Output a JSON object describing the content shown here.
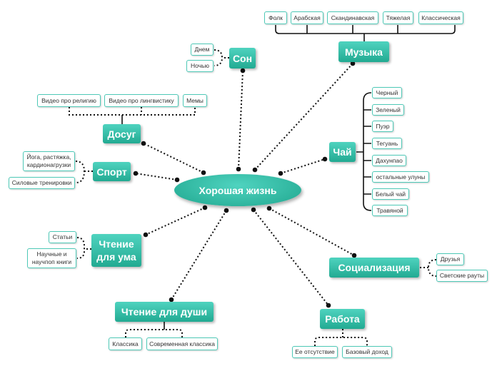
{
  "center": {
    "label": "Хорошая жизнь"
  },
  "colors": {
    "node": "#2fbfa7",
    "node_dark": "#22aa92",
    "leaf_border": "#4ec9b7",
    "connector": "#111111"
  },
  "branches": {
    "music": {
      "label": "Музыка",
      "items": [
        "Фолк",
        "Арабская",
        "Скандинавская",
        "Тяжелая",
        "Классическая"
      ]
    },
    "sleep": {
      "label": "Сон",
      "items": [
        "Днем",
        "Ночью"
      ]
    },
    "leisure": {
      "label": "Досуг",
      "items": [
        "Видео про религию",
        "Видео про лингвистику",
        "Мемы"
      ]
    },
    "sport": {
      "label": "Спорт",
      "items": [
        "Йога, растяжка,\nкардионагрузки",
        "Силовые тренировки"
      ]
    },
    "tea": {
      "label": "Чай",
      "items": [
        "Черный",
        "Зеленый",
        "Пуэр",
        "Тегуань",
        "Дахунпао",
        "остальные улуны",
        "Белый чай",
        "Травяной"
      ]
    },
    "mind": {
      "label": "Чтение\nдля ума",
      "items": [
        "Статьи",
        "Научные и\nнаучпоп книги"
      ]
    },
    "soul": {
      "label": "Чтение для души",
      "items": [
        "Классика",
        "Современная классика"
      ]
    },
    "social": {
      "label": "Социализация",
      "items": [
        "Друзья",
        "Светские рауты"
      ]
    },
    "work": {
      "label": "Работа",
      "items": [
        "Ее отсутствие",
        "Базовый доход"
      ]
    }
  }
}
